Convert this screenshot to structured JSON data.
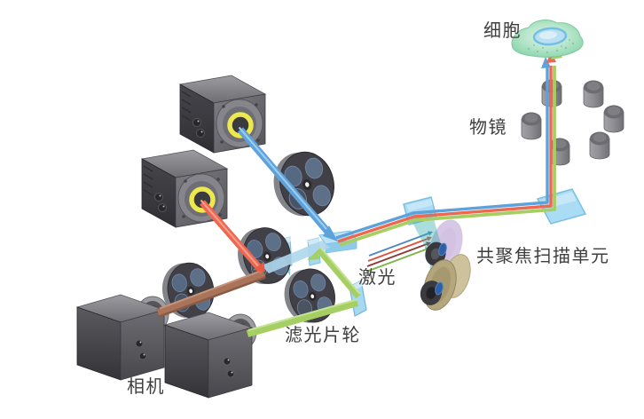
{
  "diagram": {
    "type": "optical-path-illustration",
    "subject": "spinning-disk confocal microscope light path",
    "labels": {
      "cell": "细胞",
      "objective": "物镜",
      "confocal_scan_unit": "共聚焦扫描单元",
      "laser": "激光",
      "filter_wheel": "滤光片轮",
      "camera": "相机"
    },
    "colors": {
      "beam_blue": "#5da2da",
      "beam_red": "#ee6750",
      "beam_green": "#a6cf63",
      "beam_brown": "#aa745b",
      "laser_lines": [
        "#4f87c7",
        "#e0503c",
        "#8e3b38",
        "#7ab648"
      ],
      "mirror_blue": "#aadcf3",
      "cone_teal": "#2fa9ab",
      "microlens_disk_purple": "#b79cd1",
      "pinhole_disk_tan": "#b4a77d",
      "lens_ring_yellow": "#ece84e",
      "cell_green": "#8fd6a8",
      "nucleus_blue": "#badff2",
      "hardware_gray": "#4a4a4f",
      "label_text": "#3e3e3e"
    },
    "components": [
      {
        "name": "cell",
        "label": "细胞"
      },
      {
        "name": "objective-turret",
        "label": "物镜",
        "objective_count": 6
      },
      {
        "name": "confocal-scan-unit",
        "label": "共聚焦扫描单元",
        "parts": [
          "microlens-disk",
          "dichroic",
          "pinhole-disk"
        ]
      },
      {
        "name": "laser-input",
        "label": "激光",
        "line_count": 4
      },
      {
        "name": "filter-wheels",
        "label": "滤光片轮",
        "count": 4
      },
      {
        "name": "cameras",
        "label": "相机",
        "count": 4
      }
    ]
  }
}
